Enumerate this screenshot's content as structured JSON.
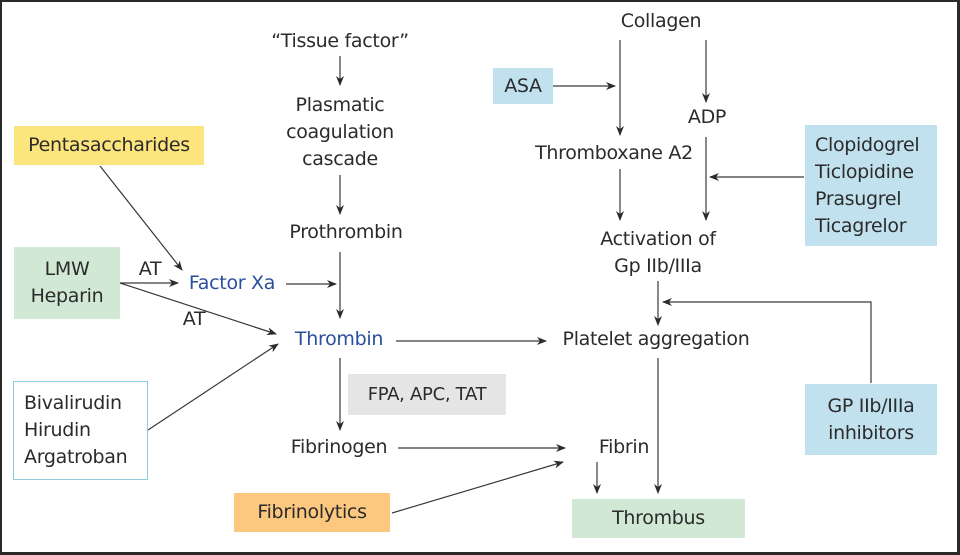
{
  "diagram": {
    "nodes": {
      "tissue_factor": "“Tissue factor”",
      "plasmatic_cascade": "Plasmatic\ncoagulation\ncascade",
      "prothrombin": "Prothrombin",
      "factor_xa": "Factor Xa",
      "thrombin": "Thrombin",
      "fibrinogen": "Fibrinogen",
      "fibrin": "Fibrin",
      "thrombus": "Thrombus",
      "collagen": "Collagen",
      "adp": "ADP",
      "thromboxane_a2": "Thromboxane A2",
      "activation_gp": "Activation of\nGp IIb/IIIa",
      "platelet_aggregation": "Platelet aggregation"
    },
    "drugs": {
      "pentasaccharides": "Pentasaccharides",
      "lmw_heparin": "LMW\nHeparin",
      "direct_thrombin_inhibitors": "Bivalirudin\nHirudin\nArgatroban",
      "fibrinolytics": "Fibrinolytics",
      "asa": "ASA",
      "p2y12_inhibitors": "Clopidogrel\nTiclopidine\nPrasugrel\nTicagrelor",
      "gp_inhibitors": "GP IIb/IIIa\ninhibitors",
      "markers": "FPA, APC, TAT"
    },
    "edge_labels": {
      "at_factor_xa": "AT",
      "at_thrombin": "AT"
    },
    "colors": {
      "yellow": "#fde57e",
      "green": "#d1e9d4",
      "light_blue": "#c2e1ef",
      "outline_blue": "#8ccde0",
      "orange": "#fcc77e",
      "grey": "#e5e5e6",
      "blue_text": "#2a4f9e"
    }
  }
}
